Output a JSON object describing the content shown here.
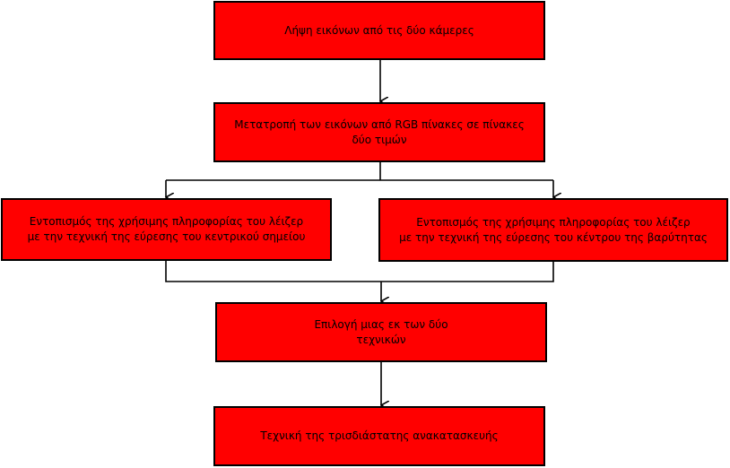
{
  "colors": {
    "box_fill": "#ff0000",
    "border": "#000000",
    "background": "#ffffff"
  },
  "nodes": {
    "capture": "Λήψη εικόνων από τις δύο κάμερες",
    "convert": "Μετατροπή των εικόνων από RGB πίνακες σε πίνακες\nδύο τιμών",
    "center_point": "Εντοπισμός της χρήσιμης πληροφορίας του λέιζερ\nμε την τεχνική της εύρεσης του κεντρικού σημείου",
    "centroid": "Εντοπισμός της χρήσιμης πληροφορίας του λέιζερ\nμε την τεχνική της εύρεσης του κέντρου της βαρύτητας",
    "select": "Επιλογή μιας εκ των δύο\nτεχνικών",
    "reconstruction": "Τεχνική της τρισδιάστατης ανακατασκευής"
  }
}
